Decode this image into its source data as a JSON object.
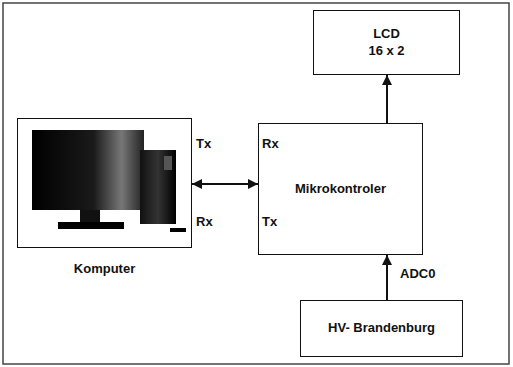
{
  "diagram": {
    "nodes": [
      {
        "text": [
          "LCD 16 x 2"
        ]
      },
      {
        "text": [
          "Komputer"
        ]
      },
      {
        "text": [
          "Mikrokontroler"
        ]
      },
      {
        "text": [
          "HV- Brandenburg"
        ]
      }
    ],
    "edges": [
      {
        "from": 1,
        "to": 2,
        "arrow": "both"
      },
      {
        "from": 2,
        "to": 0,
        "arrow": "to"
      },
      {
        "from": 3,
        "to": 2,
        "label": "ADC0",
        "arrow": "to"
      }
    ],
    "labels": [
      "Tx",
      "Rx",
      "Rx",
      "Tx"
    ]
  }
}
